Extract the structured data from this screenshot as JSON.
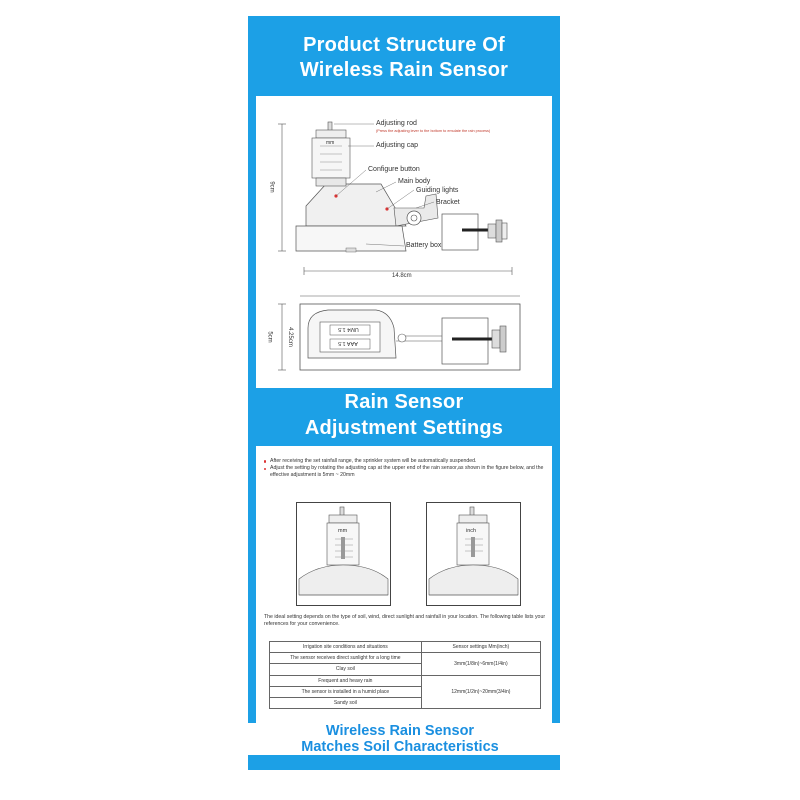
{
  "section1": {
    "title_line1": "Product Structure Of",
    "title_line2": "Wireless Rain Sensor",
    "labels": {
      "adjusting_rod": "Adjusting rod",
      "adjusting_rod_note": "(Press the adjusting lever to the bottom to emulate the rain process)",
      "adjusting_cap": "Adjusting cap",
      "configure_button": "Configure button",
      "main_body": "Main body",
      "guiding_lights": "Guiding lights",
      "bracket": "Bracket",
      "battery_box": "Battery box"
    },
    "dimensions": {
      "height": "9cm",
      "width": "14.8cm",
      "depth_outer": "5cm",
      "depth_inner": "4.25cm"
    },
    "scale_unit": "mm",
    "battery_label_1": "UM4 1.5",
    "battery_label_2": "AAA 1.5"
  },
  "section2": {
    "title_line1": "Rain Sensor",
    "title_line2": "Adjustment Settings",
    "bullet1": "After receiving the set rainfall range, the sprinkler system will be automatically suspended.",
    "bullet2": "Adjust the setting by rotating the adjusting cap at the upper end of the rain sensor,as shown in the figure below, and the effective adjustment is 5mm ~ 20mm",
    "scale_left": "mm",
    "scale_right": "inch",
    "paragraph": "The ideal setting depends on the type of soil, wind, direct sunlight and rainfall in your location. The following table lists your references for your convenience.",
    "table": {
      "header_conditions": "Irrigation site conditions and situations",
      "header_settings": "Sensor settings Mm(inch)",
      "rows": [
        "The sensor receives direct sunlight for a long time",
        "Clay soil",
        "Frequent and heavy rain",
        "The sensor is installed in a humid place",
        "Sandy soil"
      ],
      "setting_low": "3mm(1/8in)~6mm(1/4in)",
      "setting_high": "12mm(1/2in)~20mm(3/4in)"
    }
  },
  "footer": {
    "line1": "Wireless Rain Sensor",
    "line2": "Matches Soil Characteristics"
  },
  "colors": {
    "background_blue": "#1ca0e6",
    "footer_blue": "#1a8fe0",
    "marker_red": "#d33333"
  }
}
